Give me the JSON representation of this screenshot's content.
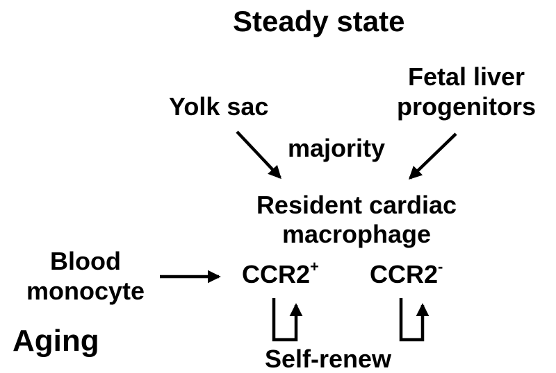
{
  "title": "Steady state",
  "sources": {
    "yolk_sac": "Yolk sac",
    "fetal_liver_line1": "Fetal liver",
    "fetal_liver_line2": "progenitors"
  },
  "majority_label": "majority",
  "target": {
    "line1": "Resident cardiac",
    "line2": "macrophage"
  },
  "blood_monocyte": {
    "line1": "Blood",
    "line2": "monocyte"
  },
  "subsets": {
    "ccr2_pos_base": "CCR2",
    "ccr2_pos_sup": "+",
    "ccr2_neg_base": "CCR2",
    "ccr2_neg_sup": "-"
  },
  "aging_label": "Aging",
  "self_renew_label": "Self-renew",
  "colors": {
    "ink": "#000000",
    "background": "#ffffff"
  }
}
